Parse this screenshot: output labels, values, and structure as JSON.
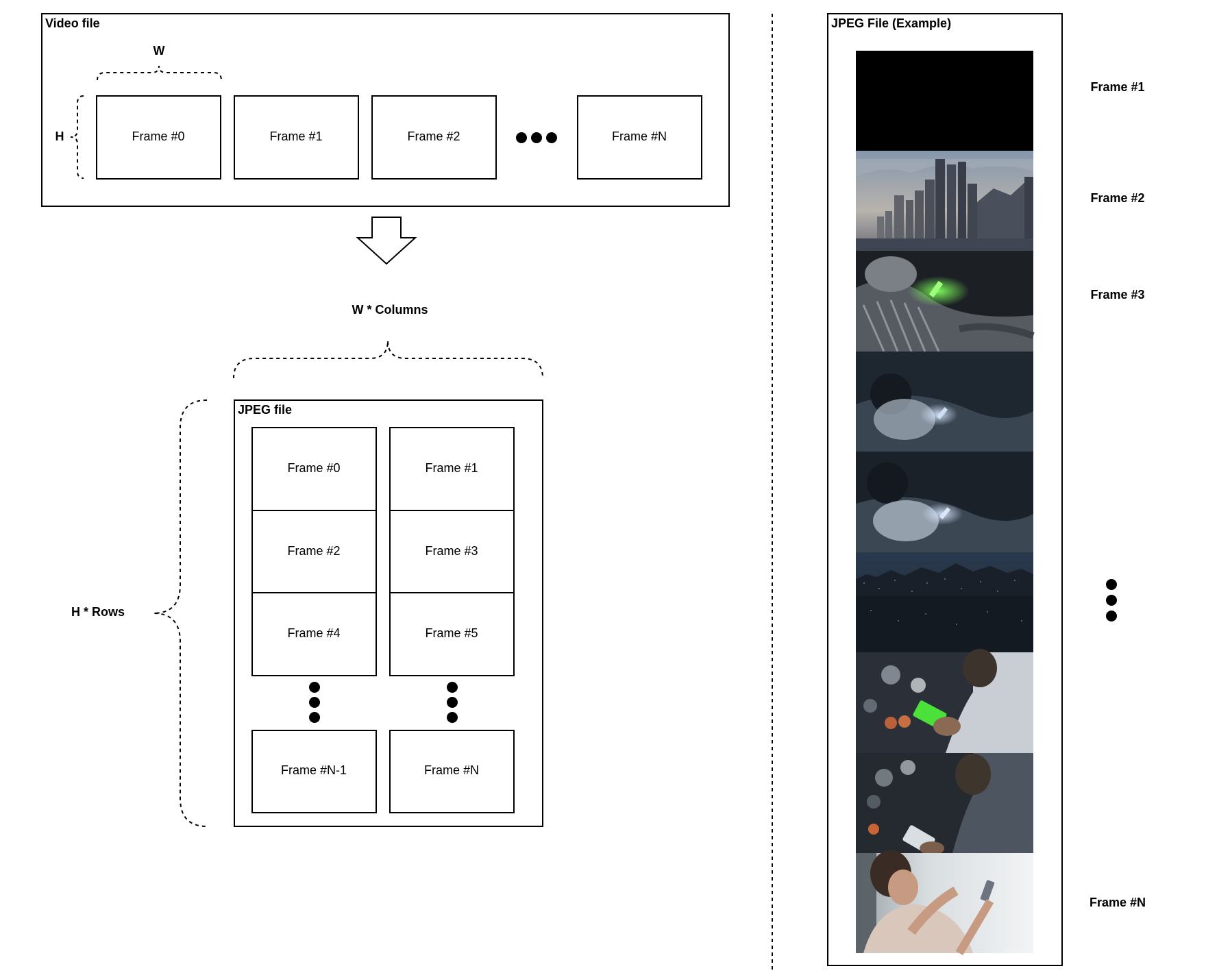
{
  "video_panel": {
    "title": "Video file",
    "width_label": "W",
    "height_label": "H",
    "frames": [
      "Frame #0",
      "Frame #1",
      "Frame #2",
      "Frame #N"
    ]
  },
  "grid_panel": {
    "columns_label": "W * Columns",
    "rows_label": "H * Rows",
    "title": "JPEG file",
    "cells": [
      "Frame #0",
      "Frame #1",
      "Frame #2",
      "Frame #3",
      "Frame #4",
      "Frame #5",
      "Frame #N-1",
      "Frame #N"
    ]
  },
  "example_panel": {
    "title": "JPEG File (Example)",
    "frame_labels": [
      "Frame #1",
      "Frame #2",
      "Frame #3",
      "Frame #N"
    ],
    "strip_scenes": [
      "black-screen",
      "city-skyline-dusk",
      "person-bed-green-phone",
      "person-bed-phone-1",
      "person-bed-phone-2",
      "city-night",
      "man-green-phone-bokeh",
      "man-phone-bokeh",
      "woman-phone-window"
    ]
  }
}
